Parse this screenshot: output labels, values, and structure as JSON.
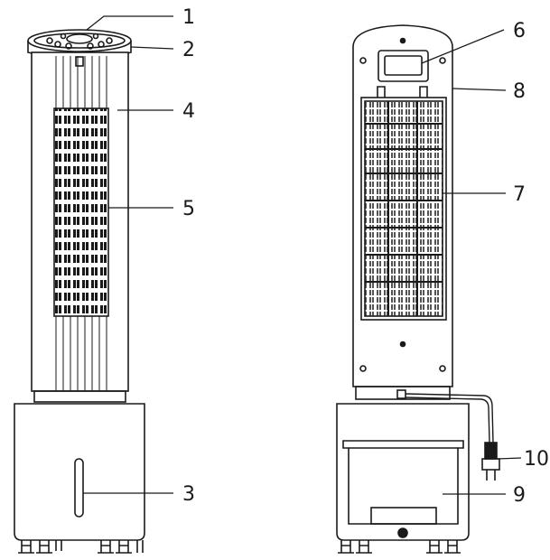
{
  "callouts": [
    {
      "id": "1",
      "label": "1"
    },
    {
      "id": "2",
      "label": "2"
    },
    {
      "id": "3",
      "label": "3"
    },
    {
      "id": "4",
      "label": "4"
    },
    {
      "id": "5",
      "label": "5"
    },
    {
      "id": "6",
      "label": "6"
    },
    {
      "id": "7",
      "label": "7"
    },
    {
      "id": "8",
      "label": "8"
    },
    {
      "id": "9",
      "label": "9"
    },
    {
      "id": "10",
      "label": "10"
    }
  ],
  "colors": {
    "line": "#1a1a1a",
    "fill": "#ffffff",
    "detail": "#2b2b2b"
  }
}
